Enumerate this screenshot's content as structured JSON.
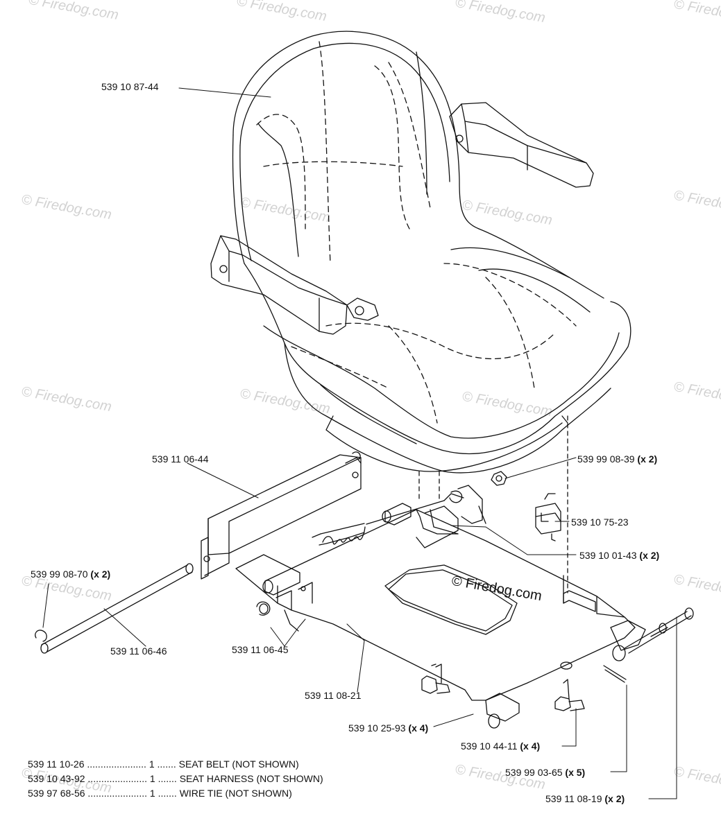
{
  "watermark": "© Firedog.com",
  "center_watermark": "© Firedog.com",
  "labels": {
    "seat": "539 10 87-44",
    "rail_left": "539 11 06-44",
    "nut_label": "539 99 08-39",
    "nut_qty": "(x 2)",
    "switch": "539 10 75-23",
    "bushing_label": "539 10 01-43",
    "bushing_qty": "(x 2)",
    "clip_label": "539 99 08-70",
    "clip_qty": "(x 2)",
    "rod": "539 11 06-46",
    "spring": "539 11 06-45",
    "plate": "539 11 08-21",
    "knob_small_label": "539 10 25-93",
    "knob_small_qty": "(x 4)",
    "knob_label": "539 10 44-11",
    "knob_qty": "(x 4)",
    "pin_label": "539 99 03-65",
    "pin_qty": "(x 5)",
    "shaft_label": "539 11 08-19",
    "shaft_qty": "(x 2)"
  },
  "notes": [
    {
      "part": "539 11 10-26",
      "dots1": "......................",
      "qty": "1",
      "dots2": ".......",
      "desc": "SEAT BELT (NOT SHOWN)"
    },
    {
      "part": "539 10 43-92",
      "dots1": "......................",
      "qty": "1",
      "dots2": ".......",
      "desc": "SEAT HARNESS (NOT SHOWN)"
    },
    {
      "part": "539 97 68-56",
      "dots1": "......................",
      "qty": "1",
      "dots2": ".......",
      "desc": "WIRE TIE (NOT SHOWN)"
    }
  ]
}
